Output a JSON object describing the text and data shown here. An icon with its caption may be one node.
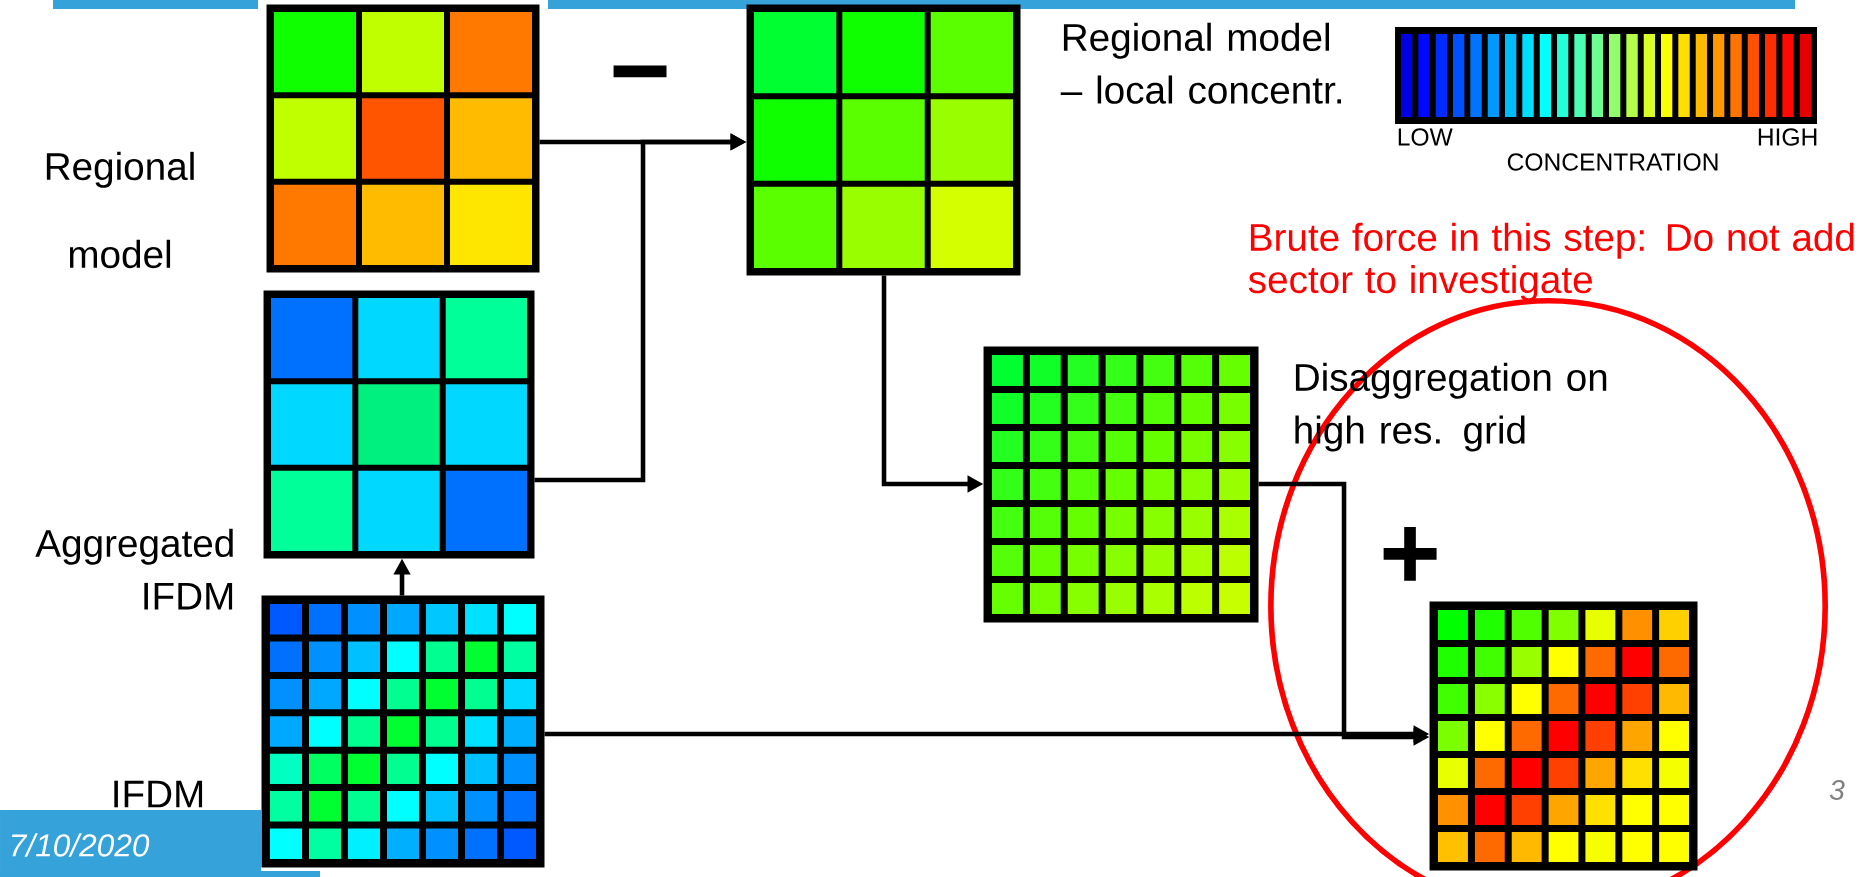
{
  "diagram": {
    "nodes": [
      {
        "text": [],
        "shape": "grid",
        "beside": [
          "Regional model"
        ]
      },
      {
        "text": [],
        "shape": "grid",
        "beside": [
          "Aggregated IFDM"
        ]
      },
      {
        "text": [],
        "shape": "grid",
        "beside": [
          "IFDM"
        ]
      },
      {
        "text": [],
        "shape": "grid",
        "beside": [
          "Regional model – local concentr."
        ]
      },
      {
        "text": [],
        "shape": "grid",
        "beside": [
          "Disaggregation on high res. grid"
        ]
      },
      {
        "text": [],
        "shape": "grid"
      }
    ],
    "edges": [
      {
        "from": 0,
        "to": 3,
        "arrow": "to"
      },
      {
        "from": 1,
        "to": 3,
        "arrow": "to"
      },
      {
        "from": 2,
        "to": 1,
        "arrow": "to"
      },
      {
        "from": 3,
        "to": 4,
        "arrow": "to"
      },
      {
        "from": 4,
        "to": 5,
        "arrow": "to"
      },
      {
        "from": 2,
        "to": 5,
        "arrow": "to"
      }
    ],
    "labels": [
      "−",
      "LOW",
      "HIGH",
      "CONCENTRATION",
      "Brute force in this step: Do not add sector to investigate",
      "+",
      "7/10/2020",
      "3"
    ]
  }
}
